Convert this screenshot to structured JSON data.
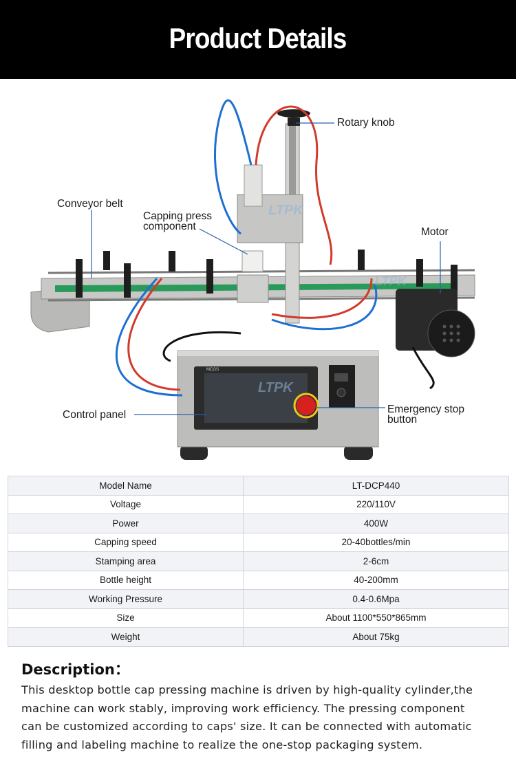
{
  "header": {
    "title": "Product Details"
  },
  "photo": {
    "callouts": {
      "rotary_knob": "Rotary knob",
      "conveyor_belt": "Conveyor belt",
      "capping_press_line1": "Capping press",
      "capping_press_line2": "component",
      "motor": "Motor",
      "control_panel": "Control panel",
      "emergency_line1": "Emergency stop",
      "emergency_line2": "button"
    },
    "watermark": "LTPK",
    "hmi_brand": "MCGS",
    "colors": {
      "belt": "#2a9a5a",
      "tube_blue": "#1f6fd1",
      "tube_red": "#d23a2a",
      "steel": "#c8c8c6",
      "estop": "#d8201e"
    }
  },
  "specs": {
    "rows": [
      {
        "name": "Model Name",
        "value": "LT-DCP440"
      },
      {
        "name": "Voltage",
        "value": "220/110V"
      },
      {
        "name": "Power",
        "value": "400W"
      },
      {
        "name": "Capping speed",
        "value": "20-40bottles/min"
      },
      {
        "name": "Stamping area",
        "value": "2-6cm"
      },
      {
        "name": "Bottle height",
        "value": "40-200mm"
      },
      {
        "name": "Working Pressure",
        "value": "0.4-0.6Mpa"
      },
      {
        "name": "Size",
        "value": "About 1100*550*865mm"
      },
      {
        "name": "Weight",
        "value": "About 75kg"
      }
    ]
  },
  "description": {
    "title": "Description：",
    "lines": [
      "This desktop bottle cap pressing machine is driven by high-quality cylinder,the",
      "machine can work stably, improving work efficiency. The pressing component",
      "can be customized according to caps' size. It can be connected with automatic",
      "filling and labeling machine to realize the one-stop packaging system."
    ]
  }
}
